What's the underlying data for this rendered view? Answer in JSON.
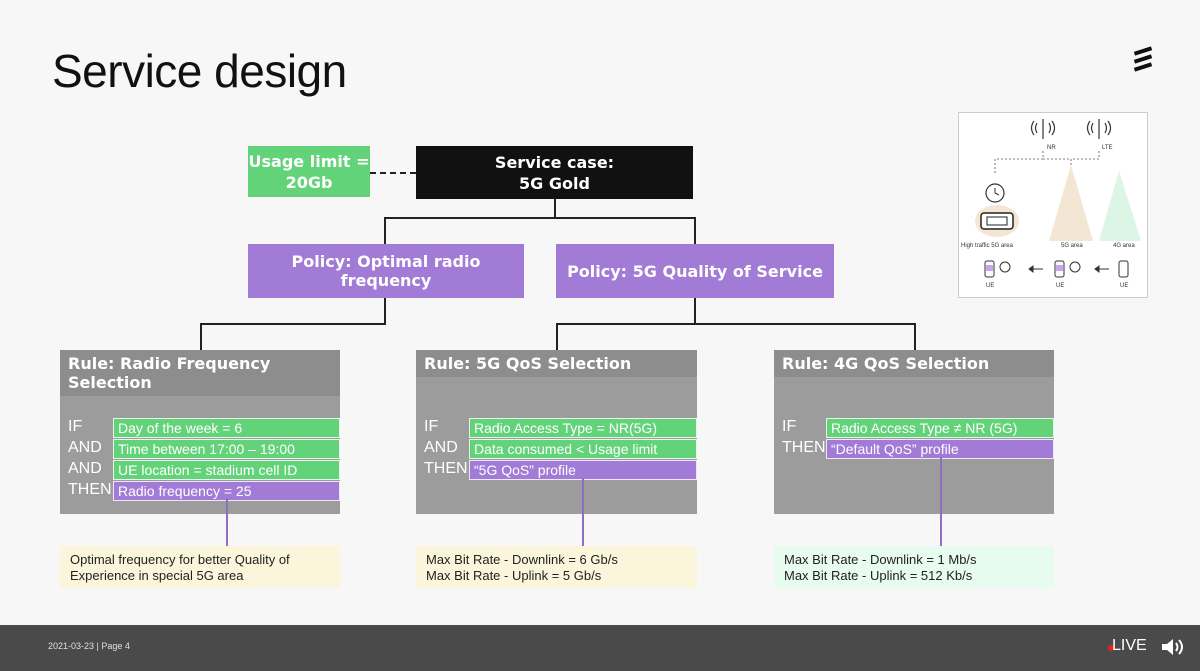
{
  "slide": {
    "title": "Service design"
  },
  "service": {
    "usage_limit": "Usage limit =\n20Gb",
    "service_case_line1": "Service case:",
    "service_case_line2": "5G Gold"
  },
  "policies": {
    "radio": "Policy: Optimal radio frequency",
    "qos": "Policy: 5G Quality of Service"
  },
  "rules": [
    {
      "title": "Rule: Radio Frequency Selection",
      "keywords": [
        "IF",
        "AND",
        "AND",
        "THEN"
      ],
      "conditions": [
        "Day of the week = 6",
        "Time between 17:00 – 19:00",
        "UE location = stadium cell ID"
      ],
      "action": "Radio frequency = 25",
      "result": [
        "Optimal frequency for better Quality of",
        "Experience in special 5G area"
      ]
    },
    {
      "title": "Rule: 5G QoS Selection",
      "keywords": [
        "IF",
        "AND",
        "THEN"
      ],
      "conditions": [
        "Radio Access Type = NR(5G)",
        "Data consumed < Usage limit"
      ],
      "action": "“5G QoS” profile",
      "result": [
        "Max Bit Rate - Downlink = 6 Gb/s",
        "Max Bit Rate - Uplink = 5 Gb/s"
      ]
    },
    {
      "title": "Rule: 4G QoS Selection",
      "keywords": [
        "IF",
        "THEN"
      ],
      "conditions": [
        "Radio Access Type ≠ NR (5G)"
      ],
      "action": "“Default QoS” profile",
      "result": [
        "Max Bit Rate - Downlink = 1 Mb/s",
        "Max Bit Rate - Uplink = 512 Kb/s"
      ]
    }
  ],
  "diagram": {
    "nr": "NR",
    "lte": "LTE",
    "high_traffic": "High traffic 5G area",
    "area_5g": "5G area",
    "area_4g": "4G area",
    "ue": "UE"
  },
  "footer": {
    "text": "2021-03-23  |  Page 4",
    "live": "LIVE"
  },
  "colors": {
    "green": "#63d37a",
    "purple": "#a27bd6",
    "gray": "#9c9c9c",
    "dark": "#111111"
  }
}
